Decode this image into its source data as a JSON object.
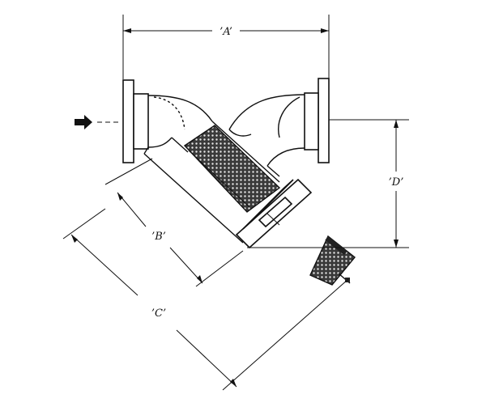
{
  "labels": {
    "a": "’A’",
    "b": "’B’",
    "c": "’C’",
    "d": "’D’"
  },
  "colors": {
    "ink": "#111111",
    "screen": "#2a2a2a",
    "background": "#ffffff"
  }
}
